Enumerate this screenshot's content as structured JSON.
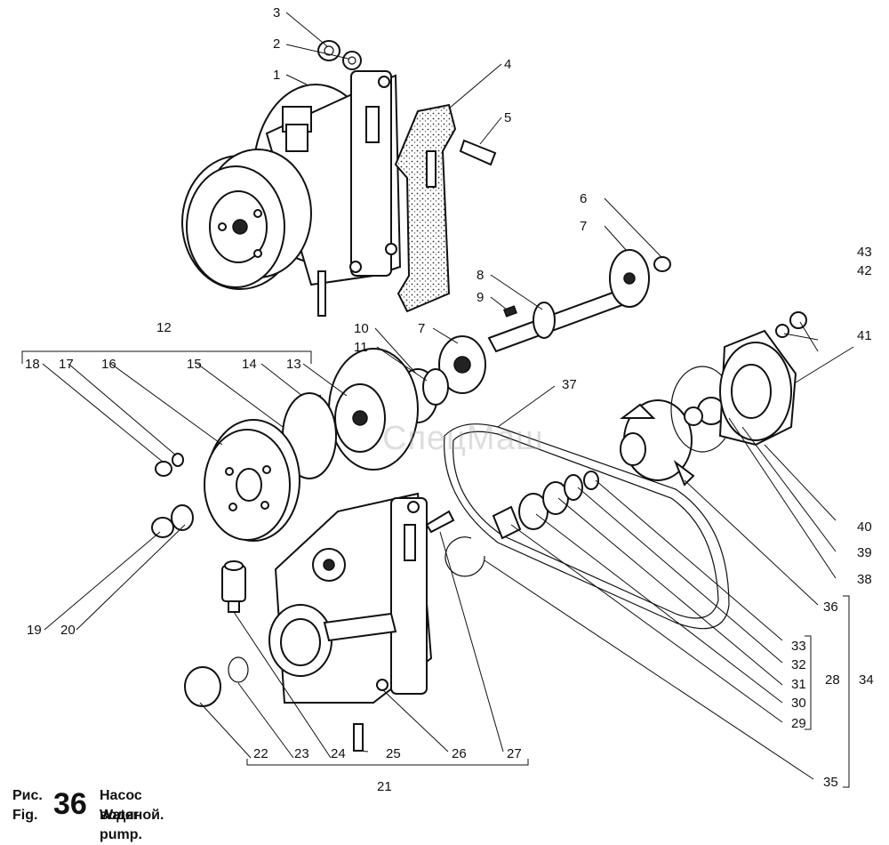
{
  "caption": {
    "prefix_ru": "Рис.",
    "prefix_en": "Fig.",
    "number": "36",
    "title_ru": "Насос водяной.",
    "title_en": "Water pump."
  },
  "watermark": "СпецМаш",
  "callouts": [
    "1",
    "2",
    "3",
    "4",
    "5",
    "6",
    "7",
    "7",
    "8",
    "9",
    "10",
    "11",
    "12",
    "13",
    "14",
    "15",
    "16",
    "17",
    "18",
    "19",
    "20",
    "21",
    "22",
    "23",
    "24",
    "25",
    "26",
    "27",
    "28",
    "29",
    "30",
    "31",
    "32",
    "33",
    "34",
    "35",
    "36",
    "37",
    "38",
    "39",
    "40",
    "41",
    "42",
    "43"
  ]
}
